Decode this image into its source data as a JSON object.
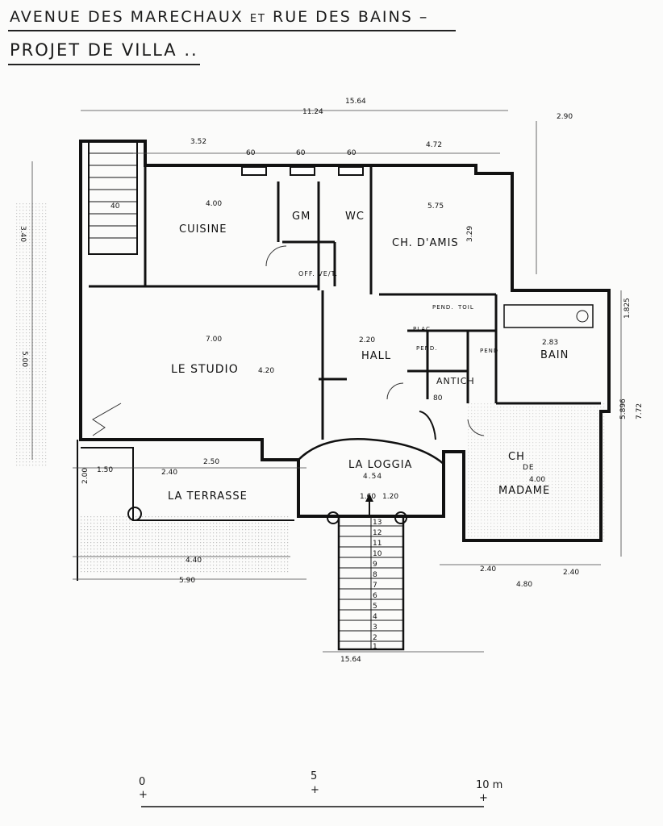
{
  "titles": {
    "line1_part1": "Avenue des Marechaux",
    "line1_part2": "et",
    "line1_part3": "Rue des Bains",
    "line1_dash": "–",
    "line2": "Projet de Villa .."
  },
  "rooms": {
    "cuisine": "CUISINE",
    "gm": "GM",
    "wc": "WC",
    "ch_amis": "CH. D'AMIS",
    "office": "OFF. VE/T.",
    "studio": "LE STUDIO",
    "hall": "HALL",
    "antich": "ANTICH",
    "bain": "BAIN",
    "loggia": "LA LOGGIA",
    "loggia_dim": "4.54",
    "terrasse": "LA TERRASSE",
    "ch_madame_1": "CH",
    "ch_madame_2": "DE",
    "ch_madame_3": "MADAME",
    "penderie_1": "PEND.",
    "penderie_2": "PEND.",
    "penderie_3": "PEND",
    "toil": "TOIL",
    "plac": "PLAC"
  },
  "dimensions": {
    "overall_top": "15.64",
    "overall_top_inner": "11.24",
    "overall_bottom": "15.64",
    "d_352": "3.52",
    "d_472": "4.72",
    "d_290": "2.90",
    "d_400": "4.00",
    "d_575": "5.75",
    "d_700": "7.00",
    "d_420": "4.20",
    "d_283": "2.83",
    "d_400b": "4.00",
    "d_440": "4.40",
    "d_590": "5.90",
    "d_240": "2.40",
    "d_150": "1.50",
    "d_250": "2.50",
    "d_480": "4.80",
    "d_240b": "2.40",
    "d_240c": "2.40",
    "d_220": "2.20",
    "d_120": "1.20",
    "d_160": "1.60",
    "d_340": "3.40",
    "d_329": "3.29",
    "d_5896": "5.896",
    "d_772": "7.72",
    "d_500": "5.00",
    "d_1825": "1.825",
    "d_200": "2.00",
    "d_60a": "60",
    "d_60b": "60",
    "d_60c": "60",
    "d_40": "40",
    "d_80": "80"
  },
  "stairs": {
    "numbers": [
      "13",
      "12",
      "11",
      "10",
      "9",
      "8",
      "7",
      "6",
      "5",
      "4",
      "3",
      "2",
      "1"
    ]
  },
  "scale": {
    "zero": "0",
    "five": "5",
    "ten": "10 m"
  }
}
